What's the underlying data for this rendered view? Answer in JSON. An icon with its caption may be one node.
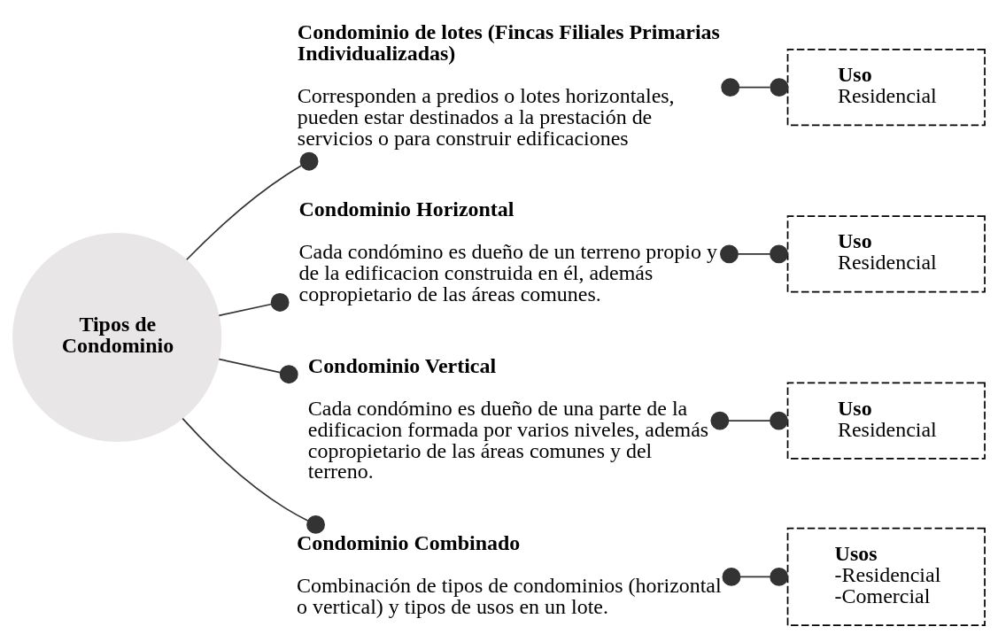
{
  "diagram": {
    "nodes": [
      {
        "text": [
          "Tipos de Condominio"
        ]
      },
      {
        "text": [
          "Condominio de lotes (Fincas Filiales Primarias Individualizadas)",
          "Corresponden a predios o lotes horizontales, pueden estar destinados a la prestación de servicios o para construir edificaciones"
        ]
      },
      {
        "text": [
          "Uso",
          "Residencial"
        ]
      },
      {
        "text": [
          "Condominio Horizontal",
          "Cada condómino es dueño de un terreno propio y de la edificacion construida en él, además copropietario de las áreas comunes."
        ]
      },
      {
        "text": [
          "Uso",
          "Residencial"
        ]
      },
      {
        "text": [
          "Condominio Vertical",
          "Cada condómino es dueño de una parte de la edificacion formada por varios niveles, además copropietario de las áreas comunes y del terreno."
        ]
      },
      {
        "text": [
          "Uso",
          "Residencial"
        ]
      },
      {
        "text": [
          "Condominio Combinado",
          "Combinación de tipos de condominios (horizontal o vertical) y tipos de usos en un lote."
        ]
      },
      {
        "text": [
          "Usos",
          "-Residencial",
          "-Comercial"
        ]
      }
    ],
    "edges": [
      {
        "from": 0,
        "to": 1,
        "arrow": "other"
      },
      {
        "from": 1,
        "to": 2,
        "arrow": "other"
      },
      {
        "from": 0,
        "to": 3,
        "arrow": "other"
      },
      {
        "from": 3,
        "to": 4,
        "arrow": "other"
      },
      {
        "from": 0,
        "to": 5,
        "arrow": "other"
      },
      {
        "from": 5,
        "to": 6,
        "arrow": "other"
      },
      {
        "from": 0,
        "to": 7,
        "arrow": "other"
      },
      {
        "from": 7,
        "to": 8,
        "arrow": "other"
      }
    ]
  }
}
